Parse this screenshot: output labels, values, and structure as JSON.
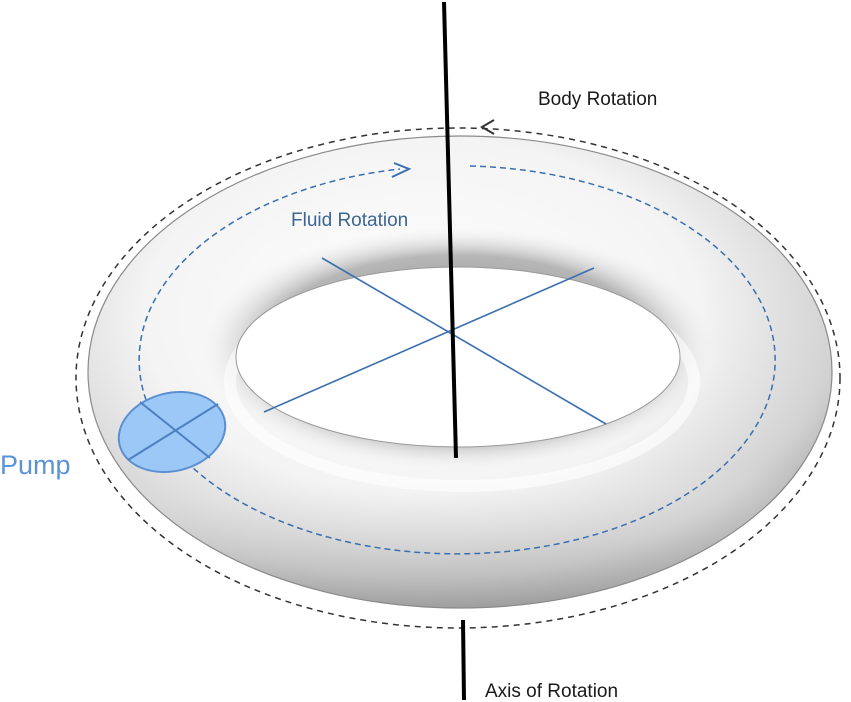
{
  "labels": {
    "body_rotation": "Body Rotation",
    "fluid_rotation": "Fluid Rotation",
    "pump": "Pump",
    "axis_of_rotation": "Axis of Rotation"
  },
  "colors": {
    "fluid_path": "#3a6fb0",
    "fluid_label": "#3d6591",
    "pump_fill": "#9cc8f7",
    "pump_stroke": "#5b8fd0",
    "pump_label": "#5b93d6",
    "body_path": "#333333",
    "axis": "#000000",
    "torus_light": "#ffffff",
    "torus_dark": "#7a7a7a"
  },
  "icons": {
    "fluid_direction": "arrow-right-icon",
    "body_direction": "arrow-left-icon"
  }
}
